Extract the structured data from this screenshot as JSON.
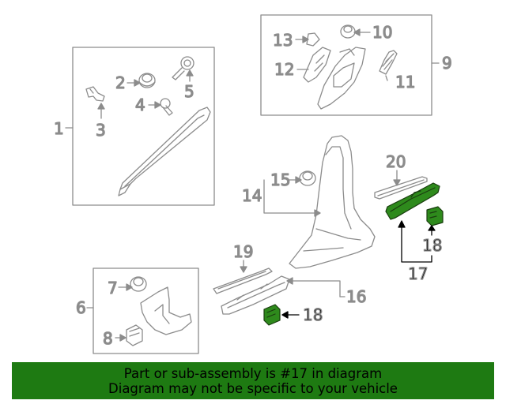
{
  "callouts": {
    "c1": "1",
    "c2": "2",
    "c3": "3",
    "c4": "4",
    "c5": "5",
    "c6": "6",
    "c7": "7",
    "c8": "8",
    "c9": "9",
    "c10": "10",
    "c11": "11",
    "c12": "12",
    "c13": "13",
    "c14": "14",
    "c15": "15",
    "c16": "16",
    "c17": "17",
    "c18a": "18",
    "c18b": "18",
    "c19": "19",
    "c20": "20"
  },
  "highlight_color": "#2e8a1c",
  "banner": {
    "line1": "Part or sub-assembly is #17 in diagram",
    "line2": "Diagram may not be specific to your vehicle",
    "background": "#1e7a12"
  }
}
